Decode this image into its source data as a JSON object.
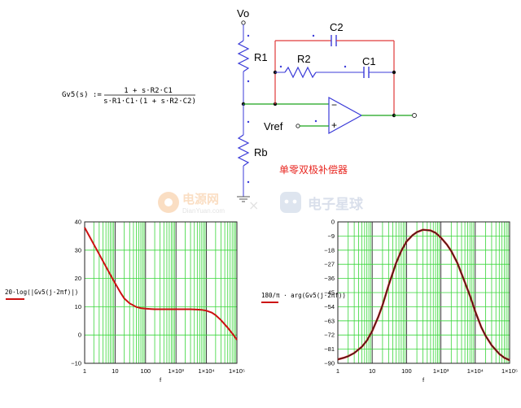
{
  "circuit": {
    "labels": {
      "vo": "Vo",
      "r1": "R1",
      "rb": "Rb",
      "r2": "R2",
      "c1": "C1",
      "c2": "C2",
      "vref": "Vref",
      "minus": "−",
      "plus": "+"
    },
    "caption": "单零双极补偿器",
    "colors": {
      "resistor": "#3b3bd8",
      "wire_green": "#1aa51a",
      "wire_red": "#e03a3a",
      "node": "#111111"
    }
  },
  "formula": {
    "lhs": "Gv5(s) :=",
    "numerator": "1 + s·R2·C1",
    "denominator": "s·R1·C1·(1 + s·R2·C2)"
  },
  "watermark": {
    "left_brand": "电源网",
    "left_url": "DianYuan.com",
    "separator": "×",
    "right_brand": "电子星球"
  },
  "chart_data": [
    {
      "type": "line",
      "log_x": true,
      "xlim": [
        1,
        100000
      ],
      "ylim": [
        -10,
        40
      ],
      "yticks": [
        "40",
        "30",
        "20",
        "10",
        "0",
        "−10"
      ],
      "xticks": [
        "1",
        "10",
        "100",
        "1×10³",
        "1×10⁴",
        "1×10⁵"
      ],
      "xlabel": "f",
      "ylabel": "20·log(|Gv5(j·2πf)|)",
      "grid": true,
      "series": [
        {
          "color": "#cc1111",
          "x": [
            1,
            1.5,
            2,
            3,
            5,
            7,
            10,
            15,
            20,
            30,
            50,
            70,
            100,
            150,
            200,
            300,
            500,
            700,
            1000,
            1500,
            2000,
            3000,
            5000,
            7000,
            10000,
            15000,
            20000,
            30000,
            50000,
            70000,
            100000
          ],
          "y": [
            38,
            34.5,
            32,
            28.6,
            24.2,
            21.3,
            18.3,
            15,
            12.9,
            11.2,
            9.9,
            9.5,
            9.3,
            9.2,
            9.1,
            9.1,
            9.1,
            9.1,
            9.1,
            9.1,
            9.1,
            9.1,
            9,
            8.9,
            8.6,
            7.9,
            7.0,
            5.3,
            2.6,
            0.6,
            -1.7
          ]
        }
      ]
    },
    {
      "type": "line",
      "log_x": true,
      "xlim": [
        1,
        100000
      ],
      "ylim": [
        -90,
        0
      ],
      "yticks": [
        "0",
        "−9",
        "−18",
        "−27",
        "−36",
        "−45",
        "−54",
        "−63",
        "−72",
        "−81",
        "−90"
      ],
      "xticks": [
        "1",
        "10",
        "100",
        "1×10³",
        "1×10⁴",
        "1×10⁵"
      ],
      "xlabel": "f",
      "ylabel": "180/π · arg(Gv5(j·2πf))",
      "grid": true,
      "series": [
        {
          "color": "#cc1111",
          "x": [
            1,
            1.5,
            2,
            3,
            5,
            7,
            10,
            15,
            20,
            30,
            50,
            70,
            100,
            150,
            200,
            300,
            500,
            700,
            1000,
            1500,
            2000,
            3000,
            5000,
            7000,
            10000,
            15000,
            20000,
            30000,
            50000,
            70000,
            100000
          ],
          "y": [
            -87.5,
            -86.5,
            -85.5,
            -83.5,
            -79.5,
            -75.5,
            -69.5,
            -60.5,
            -53,
            -40.5,
            -26,
            -18.5,
            -12.5,
            -8.5,
            -6.5,
            -5,
            -5.5,
            -7,
            -10,
            -14.5,
            -18.5,
            -26,
            -38.5,
            -47,
            -57,
            -67,
            -72.5,
            -78.5,
            -84,
            -86.5,
            -88
          ]
        },
        {
          "color": "#222222",
          "x": [
            1,
            1.5,
            2,
            3,
            5,
            7,
            10,
            15,
            20,
            30,
            50,
            70,
            100,
            150,
            200,
            300,
            500,
            700,
            1000,
            1500,
            2000,
            3000,
            5000,
            7000,
            10000,
            15000,
            20000,
            30000,
            50000,
            70000,
            100000
          ],
          "y": [
            -87.5,
            -86.5,
            -85.5,
            -83.5,
            -79.5,
            -75.5,
            -69.5,
            -60.5,
            -53,
            -40.5,
            -26,
            -18.5,
            -12.5,
            -8.5,
            -6.5,
            -5,
            -5.5,
            -7,
            -10,
            -14.5,
            -18.5,
            -26,
            -38.5,
            -47,
            -57,
            -67,
            -72.5,
            -78.5,
            -84,
            -86.5,
            -88
          ]
        }
      ]
    }
  ]
}
